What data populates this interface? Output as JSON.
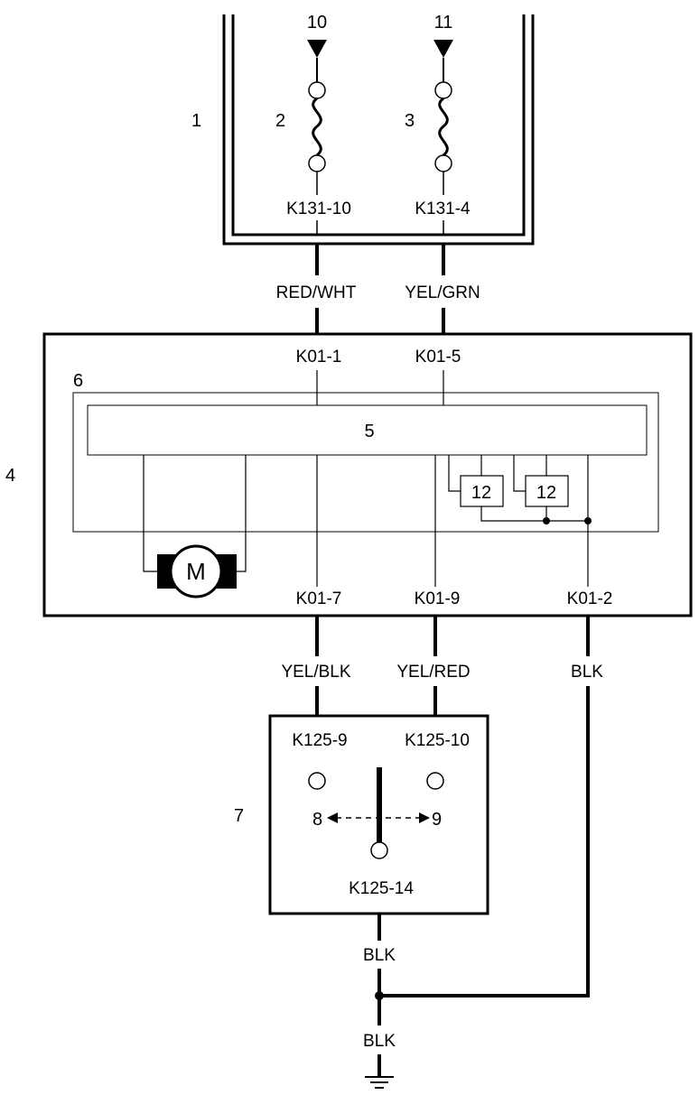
{
  "callouts": {
    "n1": "1",
    "n2": "2",
    "n3": "3",
    "n4": "4",
    "n5": "5",
    "n6": "6",
    "n7": "7",
    "n8": "8",
    "n9": "9",
    "n10": "10",
    "n11": "11",
    "n12a": "12",
    "n12b": "12"
  },
  "fusebox": {
    "pin_left": "K131-10",
    "pin_right": "K131-4"
  },
  "wires": {
    "red_wht": "RED/WHT",
    "yel_grn": "YEL/GRN",
    "yel_blk": "YEL/BLK",
    "yel_red": "YEL/RED",
    "blk_module": "BLK",
    "blk_switch": "BLK",
    "blk_ground": "BLK"
  },
  "module": {
    "pin_1": "K01-1",
    "pin_5": "K01-5",
    "pin_7": "K01-7",
    "pin_9": "K01-9",
    "pin_2": "K01-2",
    "motor_symbol": "M"
  },
  "switch": {
    "pin_9": "K125-9",
    "pin_10": "K125-10",
    "pin_14": "K125-14"
  },
  "icons": [
    "motor-icon",
    "fuse-icon",
    "ground-icon",
    "arrow-icon"
  ],
  "colors": {
    "line": "#000000",
    "background": "#ffffff"
  }
}
